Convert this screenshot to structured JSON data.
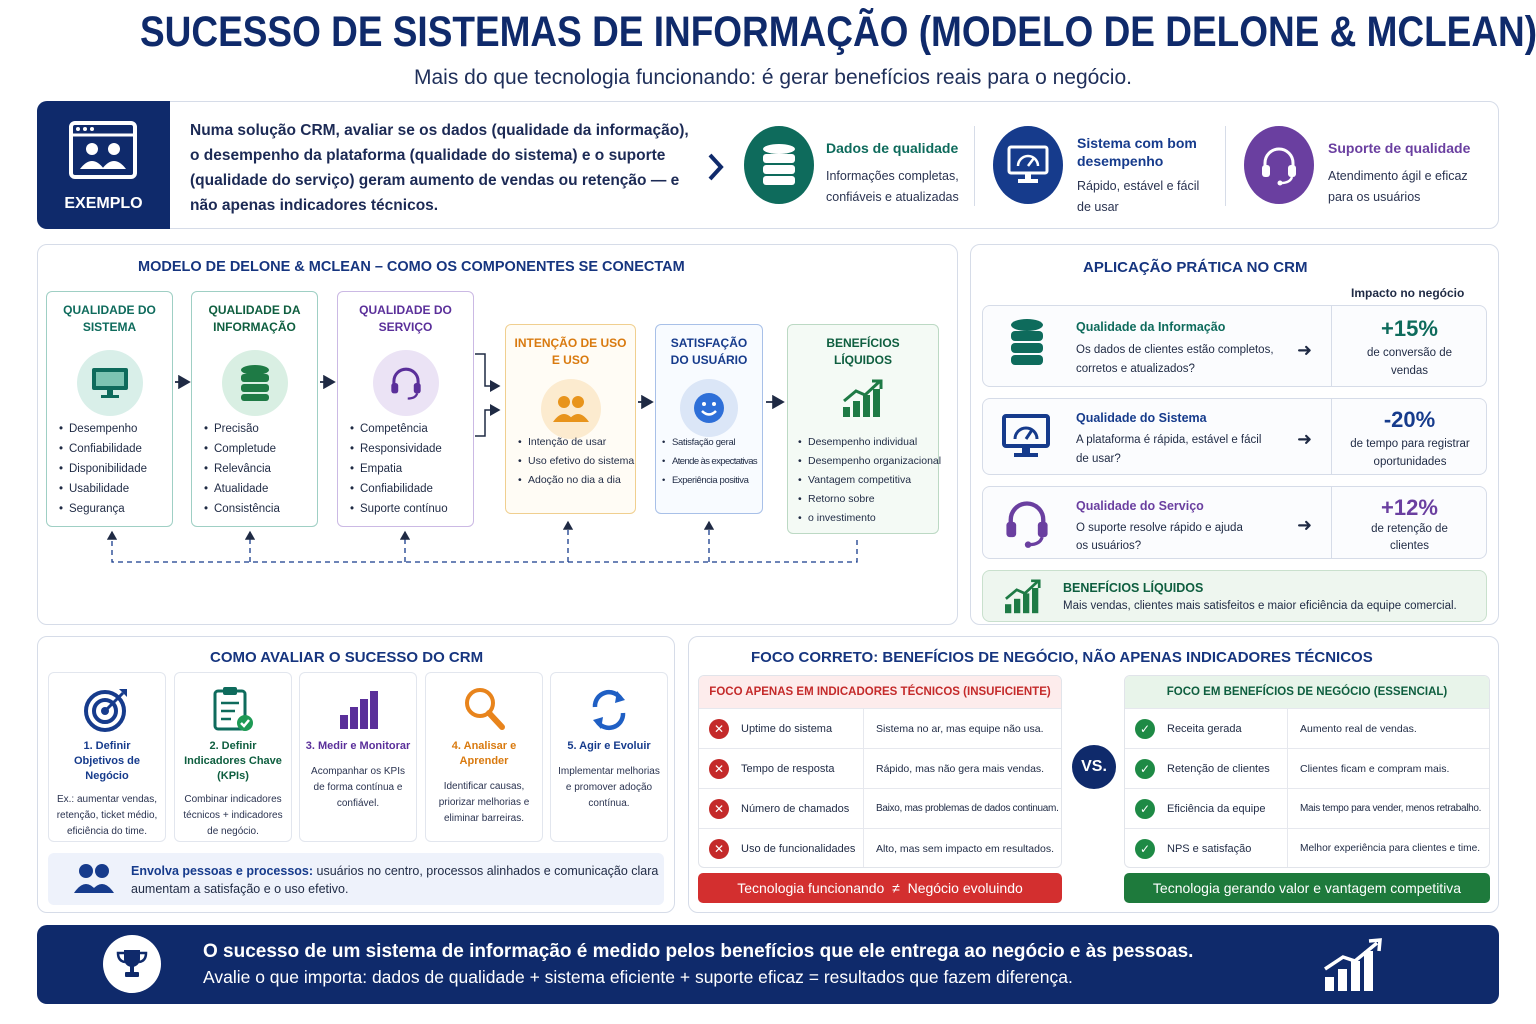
{
  "header": {
    "title": "SUCESSO DE SISTEMAS DE INFORMAÇÃO (MODELO DE DELONE & MCLEAN)",
    "subtitle": "Mais do que tecnologia funcionando: é gerar benefícios reais para o negócio."
  },
  "example": {
    "badge": "EXEMPLO",
    "text": "Numa solução CRM, avaliar se os dados (qualidade da informação), o desempenho da plataforma (qualidade do sistema) e o suporte (qualidade do serviço) geram aumento de vendas ou retenção — e não apenas indicadores técnicos.",
    "items": [
      {
        "title": "Dados de qualidade",
        "desc": "Informações completas, confiáveis e atualizadas",
        "color": "#0e6b5c"
      },
      {
        "title": "Sistema com bom desempenho",
        "desc": "Rápido, estável e fácil de usar",
        "color": "#163b8c"
      },
      {
        "title": "Suporte de qualidade",
        "desc": "Atendimento ágil e eficaz para os usuários",
        "color": "#6a3fa0"
      }
    ]
  },
  "model": {
    "title": "MODELO DE DELONE & MCLEAN – COMO OS COMPONENTES SE CONECTAM",
    "components": [
      {
        "title": "QUALIDADE DO SISTEMA",
        "items": [
          "Desempenho",
          "Confiabilidade",
          "Disponibilidade",
          "Usabilidade",
          "Segurança"
        ]
      },
      {
        "title": "QUALIDADE DA INFORMAÇÃO",
        "items": [
          "Precisão",
          "Completude",
          "Relevância",
          "Atualidade",
          "Consistência"
        ]
      },
      {
        "title": "QUALIDADE DO SERVIÇO",
        "items": [
          "Competência",
          "Responsividade",
          "Empatia",
          "Confiabilidade",
          "Suporte contínuo"
        ]
      },
      {
        "title": "INTENÇÃO DE USO E USO",
        "items": [
          "Intenção de usar",
          "Uso efetivo do sistema",
          "Adoção no dia a dia"
        ]
      },
      {
        "title": "SATISFAÇÃO DO USUÁRIO",
        "items": [
          "Satisfação geral",
          "Atende às expectativas",
          "Experiência positiva"
        ]
      },
      {
        "title": "BENEFÍCIOS LÍQUIDOS",
        "items": [
          "Desempenho individual",
          "Desempenho organizacional",
          "Vantagem competitiva",
          "Retorno sobre",
          "o investimento"
        ]
      }
    ]
  },
  "crm": {
    "title": "APLICAÇÃO PRÁTICA NO CRM",
    "impact_header": "Impacto no negócio",
    "rows": [
      {
        "title": "Qualidade da Informação",
        "desc": "Os dados de clientes estão completos, corretos e atualizados?",
        "value": "+15%",
        "impact": "de conversão de vendas"
      },
      {
        "title": "Qualidade do Sistema",
        "desc": "A plataforma é rápida, estável e fácil de usar?",
        "value": "-20%",
        "impact": "de tempo para registrar oportunidades"
      },
      {
        "title": "Qualidade do Serviço",
        "desc": "O suporte resolve rápido e ajuda os usuários?",
        "value": "+12%",
        "impact": "de retenção de clientes"
      }
    ],
    "benefits_title": "BENEFÍCIOS LÍQUIDOS",
    "benefits_desc": "Mais vendas, clientes mais satisfeitos e maior eficiência da equipe comercial."
  },
  "evaluate": {
    "title": "COMO AVALIAR O SUCESSO DO CRM",
    "steps": [
      {
        "title": "1. Definir Objetivos de Negócio",
        "desc": "Ex.: aumentar vendas, retenção, ticket médio, eficiência do time.",
        "color": "#163b8c"
      },
      {
        "title": "2. Definir Indicadores Chave (KPIs)",
        "desc": "Combinar indicadores técnicos + indicadores de negócio.",
        "color": "#0e6b5c"
      },
      {
        "title": "3. Medir e Monitorar",
        "desc": "Acompanhar os KPIs de forma contínua e confiável.",
        "color": "#5a2f9a"
      },
      {
        "title": "4. Analisar e Aprender",
        "desc": "Identificar causas, priorizar melhorias e eliminar barreiras.",
        "color": "#d97a0f"
      },
      {
        "title": "5. Agir e Evoluir",
        "desc": "Implementar melhorias e promover adoção contínua.",
        "color": "#163b8c"
      }
    ],
    "note_bold": "Envolva pessoas e processos:",
    "note_rest": " usuários no centro, processos alinhados e comunicação clara",
    "note_line2": "aumentam a satisfação e o uso efetivo."
  },
  "focus": {
    "title": "FOCO CORRETO: BENEFÍCIOS DE NEGÓCIO, NÃO APENAS INDICADORES TÉCNICOS",
    "vs": "VS.",
    "bad": {
      "header": "FOCO APENAS EM INDICADORES TÉCNICOS (INSUFICIENTE)",
      "rows": [
        {
          "k": "Uptime do sistema",
          "v": "Sistema no ar, mas equipe não usa."
        },
        {
          "k": "Tempo de resposta",
          "v": "Rápido, mas não gera mais vendas."
        },
        {
          "k": "Número de chamados",
          "v": "Baixo, mas problemas de dados continuam."
        },
        {
          "k": "Uso de funcionalidades",
          "v": "Alto, mas sem impacto em resultados."
        }
      ],
      "footer": "Tecnologia funcionando  ≠  Negócio evoluindo"
    },
    "good": {
      "header": "FOCO EM BENEFÍCIOS DE NEGÓCIO (ESSENCIAL)",
      "rows": [
        {
          "k": "Receita gerada",
          "v": "Aumento real de vendas."
        },
        {
          "k": "Retenção de clientes",
          "v": "Clientes ficam e compram mais."
        },
        {
          "k": "Eficiência da equipe",
          "v": "Mais tempo para vender, menos retrabalho."
        },
        {
          "k": "NPS e satisfação",
          "v": "Melhor experiência para clientes e time."
        }
      ],
      "footer": "Tecnologia gerando valor e vantagem competitiva"
    }
  },
  "footer": {
    "line1": "O sucesso de um sistema de informação é medido pelos benefícios que ele entrega ao negócio e às pessoas.",
    "line2": "Avalie o que importa: dados de qualidade + sistema eficiente + suporte eficaz = resultados que fazem diferença."
  },
  "icons": [
    "browser-users-icon",
    "database-icon",
    "monitor-gauge-icon",
    "headset-icon",
    "users-icon",
    "smile-icon",
    "growth-chart-icon",
    "target-icon",
    "clipboard-check-icon",
    "bar-chart-icon",
    "magnifier-icon",
    "refresh-icon",
    "trophy-icon",
    "x-icon",
    "check-icon",
    "arrow-right-icon",
    "chevron-right-icon"
  ]
}
